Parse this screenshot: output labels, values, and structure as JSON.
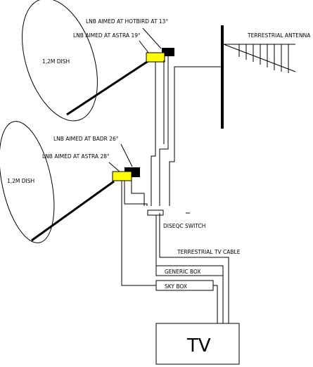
{
  "labels": {
    "lnb_hotbird": "LNB AIMED AT HOTBIRD AT 13°",
    "lnb_astra19": "LNB AIMED AT ASTRA 19°",
    "dish_top": "1,2M DISH",
    "terrestrial_antenna": "TERRESTRIAL ANTENNA",
    "lnb_badr": "LNB AIMED AT BADR 26°",
    "lnb_astra28": "LNB AIMED AT ASTRA 28°",
    "dish_bottom": "1,2M DISH",
    "diseqc_switch": "DISEQC SWITCH",
    "terrestrial_tv_cable": "TERRESTRIAL TV CABLE",
    "generic_box": "GENERIC BOX",
    "sky_box": "SKY BOX",
    "tv": "TV"
  },
  "colors": {
    "lnb_yellow": "#ffff00",
    "lnb_black": "#000000",
    "line": "#000000"
  }
}
